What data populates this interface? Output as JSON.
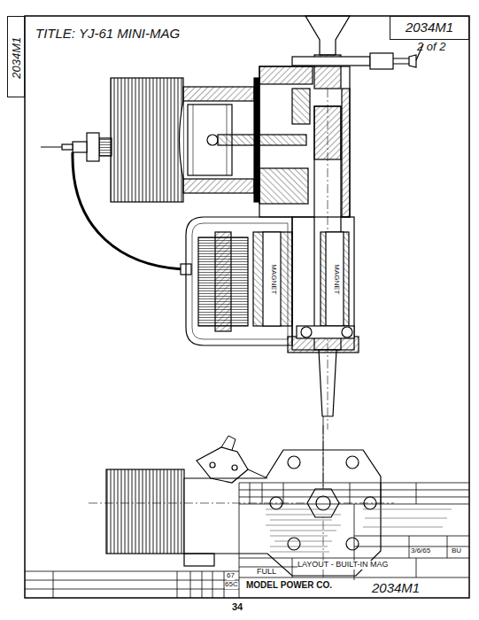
{
  "diagram": {
    "title": "TITLE: YJ-61 MINI-MAG",
    "nodes": [
      {
        "text": [
          "2034M1",
          "2 of 2"
        ]
      },
      {
        "text": [
          "2034M1"
        ]
      }
    ],
    "labels": [
      "MAGNET",
      "MAGNET",
      "3/6/65",
      "BU",
      "FULL",
      "LAYOUT - BUILT-IN MAG",
      "MODEL POWER CO.",
      "2034M1",
      "67",
      "65C",
      "34"
    ]
  }
}
